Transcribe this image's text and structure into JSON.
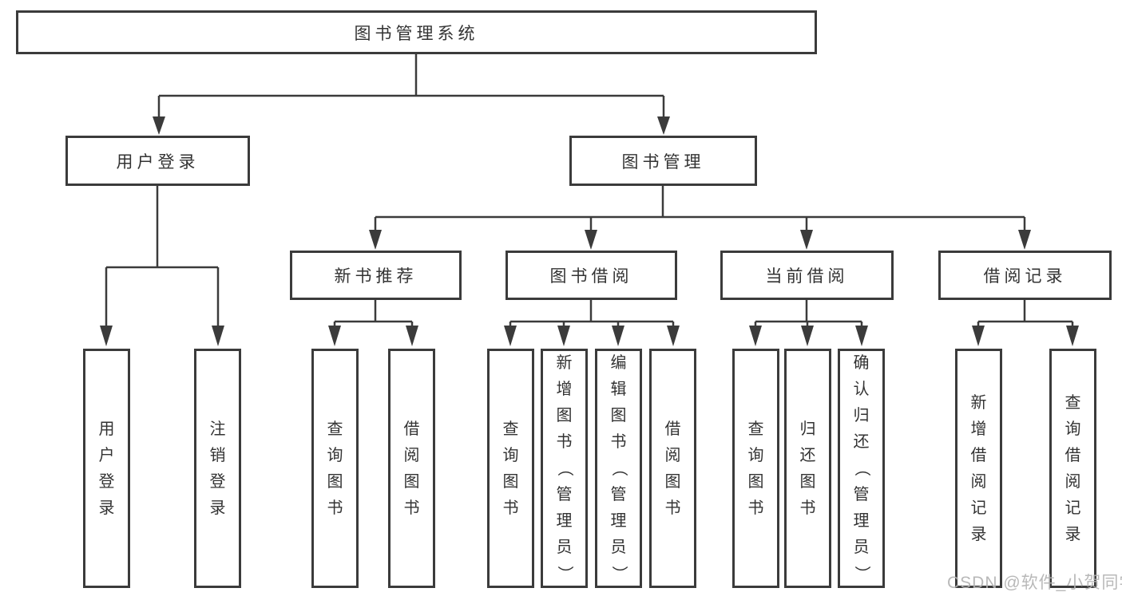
{
  "tree": {
    "root": "图书管理系统",
    "children": [
      {
        "label": "用户登录",
        "children": [
          {
            "label": "用户登录"
          },
          {
            "label": "注销登录"
          }
        ]
      },
      {
        "label": "图书管理",
        "children": [
          {
            "label": "新书推荐",
            "children": [
              {
                "label": "查询图书"
              },
              {
                "label": "借阅图书"
              }
            ]
          },
          {
            "label": "图书借阅",
            "children": [
              {
                "label": "查询图书"
              },
              {
                "label": "新增图书（管理员）"
              },
              {
                "label": "编辑图书（管理员）"
              },
              {
                "label": "借阅图书"
              }
            ]
          },
          {
            "label": "当前借阅",
            "children": [
              {
                "label": "查询图书"
              },
              {
                "label": "归还图书"
              },
              {
                "label": "确认归还（管理员）"
              }
            ]
          },
          {
            "label": "借阅记录",
            "children": [
              {
                "label": "新增借阅记录"
              },
              {
                "label": "查询借阅记录"
              }
            ]
          }
        ]
      }
    ]
  },
  "colors": {
    "line": "#3b3b3b",
    "text": "#333333",
    "watermark": "#b3b3b3"
  },
  "watermark": {
    "text": "CSDN @软件_小贺同学"
  }
}
